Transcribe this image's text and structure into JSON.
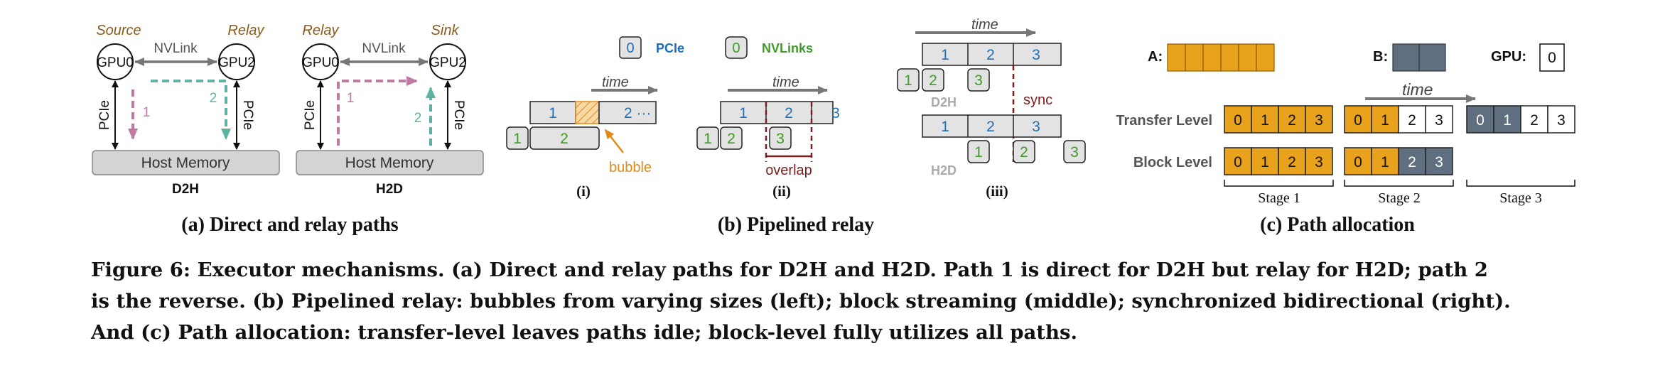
{
  "colors": {
    "pcie_blue": "#1f6fb5",
    "nvlink_green": "#3f9a2a",
    "orange": "#e9a21c",
    "slate": "#5f6f80",
    "teal": "#5bb3a0",
    "mauve": "#c07aa4",
    "dark_red": "#7b1e1e",
    "box_gray": "#e3e3e3",
    "gpu_label_brown": "#8a5a1a"
  },
  "panel_a": {
    "d2h": {
      "left_role": "Source",
      "right_role": "Relay",
      "left_gpu": "GPU0",
      "right_gpu": "GPU2",
      "link_label": "NVLink",
      "pcie_left": "PCIe",
      "pcie_right": "PCIe",
      "path1": "1",
      "path2": "2",
      "host": "Host Memory",
      "subtitle": "D2H"
    },
    "h2d": {
      "left_role": "Relay",
      "right_role": "Sink",
      "left_gpu": "GPU0",
      "right_gpu": "GPU2",
      "link_label": "NVLink",
      "pcie_left": "PCIe",
      "pcie_right": "PCIe",
      "path1": "1",
      "path2": "2",
      "host": "Host Memory",
      "subtitle": "H2D"
    },
    "caption": "(a) Direct and relay paths"
  },
  "panel_b": {
    "legend_pcie_num": "0",
    "legend_pcie": "PCIe",
    "legend_nvl_num": "0",
    "legend_nvl": "NVLinks",
    "time": "time",
    "i": {
      "top": [
        "1",
        "2 ···"
      ],
      "bottom": [
        "1",
        "2"
      ],
      "bubble": "bubble",
      "label": "(i)"
    },
    "ii": {
      "top": [
        "1",
        "2",
        "3"
      ],
      "bottom": [
        "1",
        "2",
        "3"
      ],
      "overlap": "overlap",
      "label": "(ii)"
    },
    "iii": {
      "d2h_top": [
        "1",
        "2",
        "3"
      ],
      "d2h_bottom": [
        "1",
        "2",
        "3"
      ],
      "d2h_label": "D2H",
      "sync": "sync",
      "h2d_top": [
        "1",
        "2",
        "3"
      ],
      "h2d_bottom": [
        "1",
        "2",
        "3"
      ],
      "h2d_label": "H2D",
      "label": "(iii)"
    },
    "caption": "(b) Pipelined relay"
  },
  "panel_c": {
    "a_label": "A:",
    "b_label": "B:",
    "gpu_label": "GPU:",
    "gpu_value": "0",
    "time": "time",
    "transfer_level": "Transfer Level",
    "block_level": "Block Level",
    "stage1_transfer": [
      "0",
      "1",
      "2",
      "3"
    ],
    "stage2_transfer": [
      "0",
      "1",
      "2",
      "3"
    ],
    "stage3_transfer": [
      "0",
      "1",
      "2",
      "3"
    ],
    "stage1_block": [
      "0",
      "1",
      "2",
      "3"
    ],
    "stage2_block": [
      "0",
      "1",
      "2",
      "3"
    ],
    "stage1": "Stage 1",
    "stage2": "Stage 2",
    "stage3": "Stage 3",
    "caption": "(c) Path allocation"
  },
  "figure_caption": [
    "Figure 6: Executor mechanisms. (a) Direct and relay paths for D2H and H2D. Path 1 is direct for D2H but relay for H2D; path 2",
    "is the reverse. (b) Pipelined relay: bubbles from varying sizes (left); block streaming (middle); synchronized bidirectional (right).",
    "And (c) Path allocation: transfer-level leaves paths idle; block-level fully utilizes all paths."
  ]
}
